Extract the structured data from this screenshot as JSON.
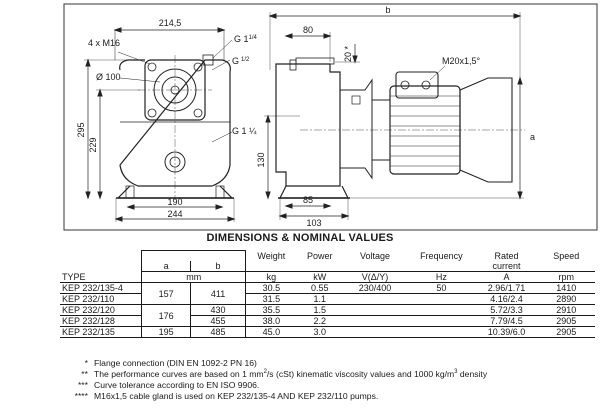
{
  "drawing": {
    "left_view": {
      "dim_width_top": "214,5",
      "dim_thread": "4 x M16",
      "dim_circle": "Ø 100",
      "g_top_a": "G 1",
      "g_top_a_frac": "1/4",
      "g_top_b": "G",
      "g_top_b_frac": "1/2",
      "g_side": "G 1 ¼",
      "dim_height_total": "295",
      "dim_height_inner": "229",
      "dim_base_inner": "190",
      "dim_base_outer": "244"
    },
    "right_view": {
      "dim_b": "b",
      "dim_80": "80",
      "dim_20": "20 *",
      "dim_m20": "M20x1,5°",
      "dim_a": "a",
      "dim_130": "130",
      "dim_85": "85",
      "dim_103": "103"
    }
  },
  "table": {
    "title": "DIMENSIONS & NOMINAL VALUES",
    "headers": {
      "a": "a",
      "b": "b",
      "mm": "mm",
      "weight": "Weight",
      "weight_unit": "kg",
      "power": "Power",
      "power_unit": "kW",
      "voltage": "Voltage",
      "voltage_unit": "V(Δ/Y)",
      "frequency": "Frequency",
      "frequency_unit": "Hz",
      "rated_current_1": "Rated",
      "rated_current_2": "current",
      "rated_current_unit": "A",
      "speed": "Speed",
      "speed_unit": "rpm",
      "type": "TYPE"
    },
    "rows": [
      {
        "type": "KEP 232/135-4",
        "weight": "30.5",
        "power": "0.55",
        "voltage": "230/400",
        "frequency": "50",
        "current": "2.96/1.71",
        "speed": "1410"
      },
      {
        "type": "KEP 232/110",
        "weight": "31.5",
        "power": "1.1",
        "current": "4.16/2.4",
        "speed": "2890"
      },
      {
        "type": "KEP 232/120",
        "b": "430",
        "weight": "35.5",
        "power": "1.5",
        "current": "5.72/3.3",
        "speed": "2910"
      },
      {
        "type": "KEP 232/128",
        "b": "455",
        "weight": "38.0",
        "power": "2.2",
        "current": "7.79/4.5",
        "speed": "2905"
      },
      {
        "type": "KEP 232/135",
        "a": "195",
        "b": "485",
        "weight": "45.0",
        "power": "3.0",
        "current": "10.39/6.0",
        "speed": "2905"
      }
    ],
    "merged": {
      "a_rows_1_2": "157",
      "b_rows_1_2": "411",
      "a_rows_3_4": "176"
    }
  },
  "notes": [
    {
      "mark": "*",
      "text": "Flange connection (DIN EN 1092-2 PN 16)"
    },
    {
      "mark": "**",
      "text_a": "The performance curves are based on 1 mm",
      "sup_a": "2",
      "text_b": "/s (cSt) kinematic viscosity values and 1000 kg/m",
      "sup_b": "3",
      "text_c": " density"
    },
    {
      "mark": "***",
      "text": "Curve tolerance according to EN ISO 9906."
    },
    {
      "mark": "****",
      "text": "M16x1,5 cable gland is used on KEP 232/135-4 AND KEP 232/110 pumps."
    }
  ]
}
